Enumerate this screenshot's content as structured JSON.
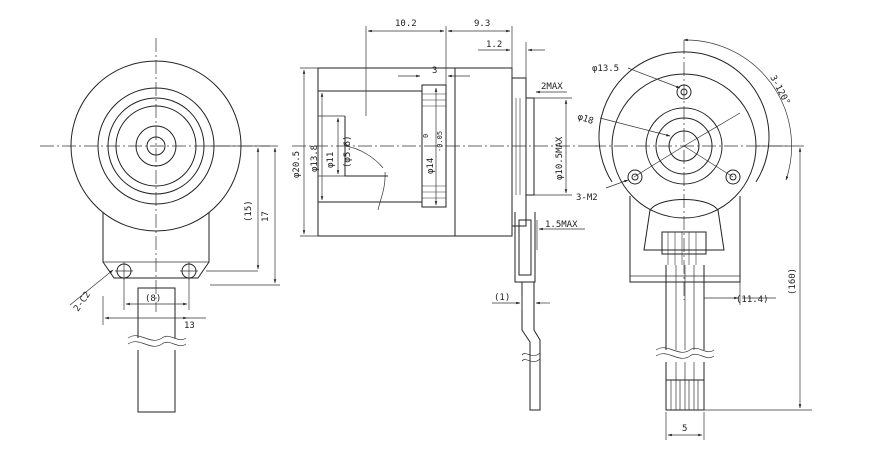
{
  "dimensions": {
    "d_10_2": "10.2",
    "d_9_3": "9.3",
    "d_1_2": "1.2",
    "d_3": "3",
    "d_2max": "2MAX",
    "d_dia20_5": "φ20.5",
    "d_dia13_8": "φ13.8",
    "d_dia11": "φ11",
    "d_dia5_6": "(φ5.6)",
    "d_dia14": "φ14",
    "d_tol_upper": "0",
    "d_tol_lower": "-0.05",
    "d_dia10_5max": "φ10.5MAX",
    "d_1_5max": "1.5MAX",
    "d_1": "(1)",
    "d_15": "(15)",
    "d_17": "17",
    "d_8": "(8)",
    "d_13": "13",
    "d_2c2": "2-C2",
    "d_dia13_5": "φ13.5",
    "d_dia18": "φ18",
    "d_3x120": "3-120°",
    "d_3m2": "3-M2",
    "d_11_4": "(11.4)",
    "d_160": "(160)",
    "d_5": "5"
  }
}
